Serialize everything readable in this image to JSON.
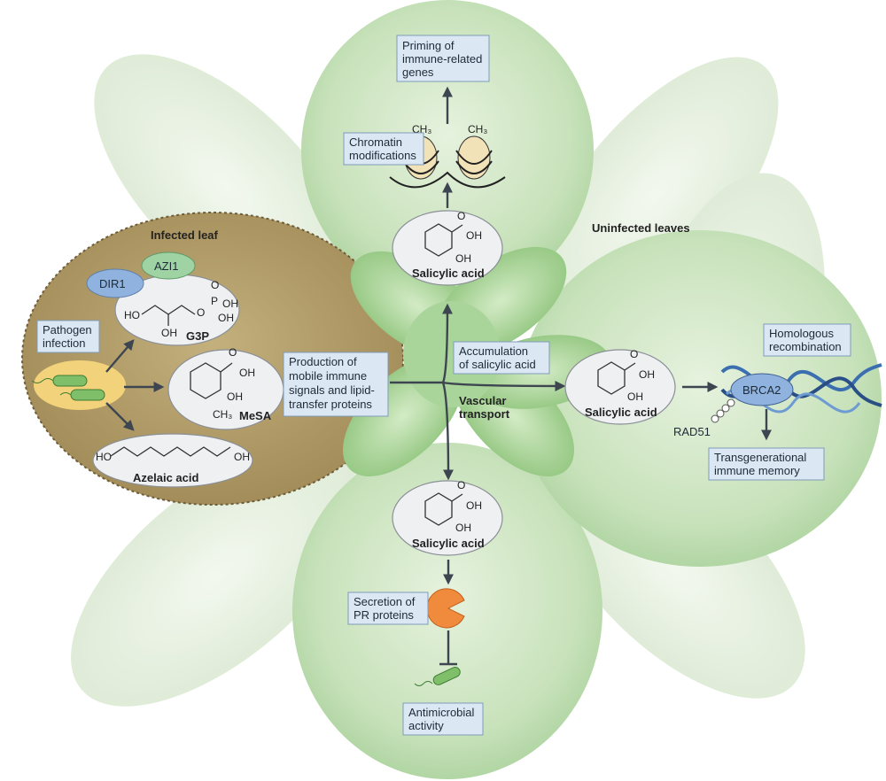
{
  "labels": {
    "infected_leaf": "Infected leaf",
    "uninfected_leaves": "Uninfected leaves",
    "vascular_transport": [
      "Vascular",
      "transport"
    ]
  },
  "proteins": {
    "azi1": "AZI1",
    "dir1": "DIR1",
    "brca2": "BRCA2",
    "rad51": "RAD51"
  },
  "molecules": {
    "g3p": "G3P",
    "mesa": "MeSA",
    "azelaic": "Azelaic acid",
    "sa_top": "Salicylic acid",
    "sa_right": "Salicylic acid",
    "sa_bottom": "Salicylic acid"
  },
  "chem_text": {
    "oh": "OH",
    "o": "O",
    "ho": "HO",
    "p": "P",
    "ch3": "CH₃"
  },
  "boxes": {
    "pathogen_infection": [
      "Pathogen",
      "infection"
    ],
    "production": [
      "Production of",
      "mobile immune",
      "signals and lipid-",
      "transfer proteins"
    ],
    "accumulation": [
      "Accumulation",
      "of salicylic acid"
    ],
    "chromatin": [
      "Chromatin",
      "modifications"
    ],
    "priming": [
      "Priming of",
      "immune-related",
      "genes"
    ],
    "homologous": [
      "Homologous",
      "recombination"
    ],
    "transgenerational": [
      "Transgenerational",
      "immune memory"
    ],
    "secretion": [
      "Secretion of",
      "PR proteins"
    ],
    "antimicrobial": [
      "Antimicrobial",
      "activity"
    ]
  },
  "colors": {
    "leaf_green": "#cfe6c4",
    "infected_leaf": "#a99462",
    "box_fill": "#dbe8f4",
    "protein_green": "#9fd3a4",
    "protein_blue": "#8fb2de",
    "pr_protein": "#f08a3c",
    "bacteria": "#7fbf6a"
  }
}
